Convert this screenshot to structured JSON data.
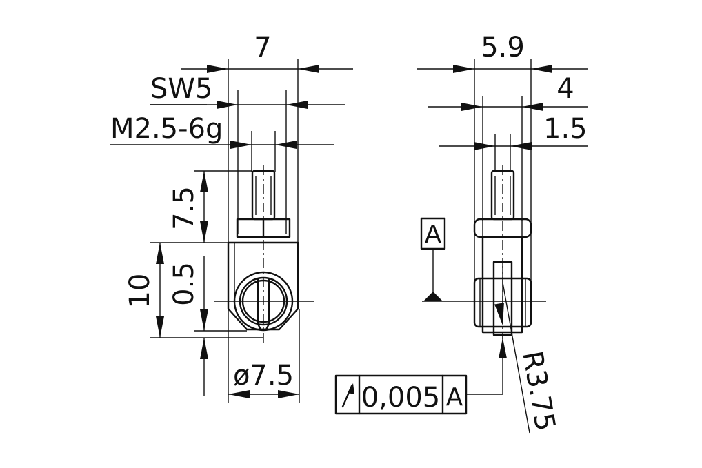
{
  "left_view": {
    "width_label": "7",
    "sw_label": "SW5",
    "thread_label": "M2.5-6g",
    "height_top_label": "7.5",
    "height_body_label": "10",
    "offset_label": "0.5",
    "diameter_label": "ø7.5"
  },
  "right_view": {
    "width_label": "5.9",
    "width2_label": "4",
    "width3_label": "1.5",
    "datum_label": "A",
    "radius_label": "R3.75"
  },
  "tolerance": {
    "symbol": "runout-arrow-icon",
    "value": "0,005",
    "datum": "A"
  }
}
